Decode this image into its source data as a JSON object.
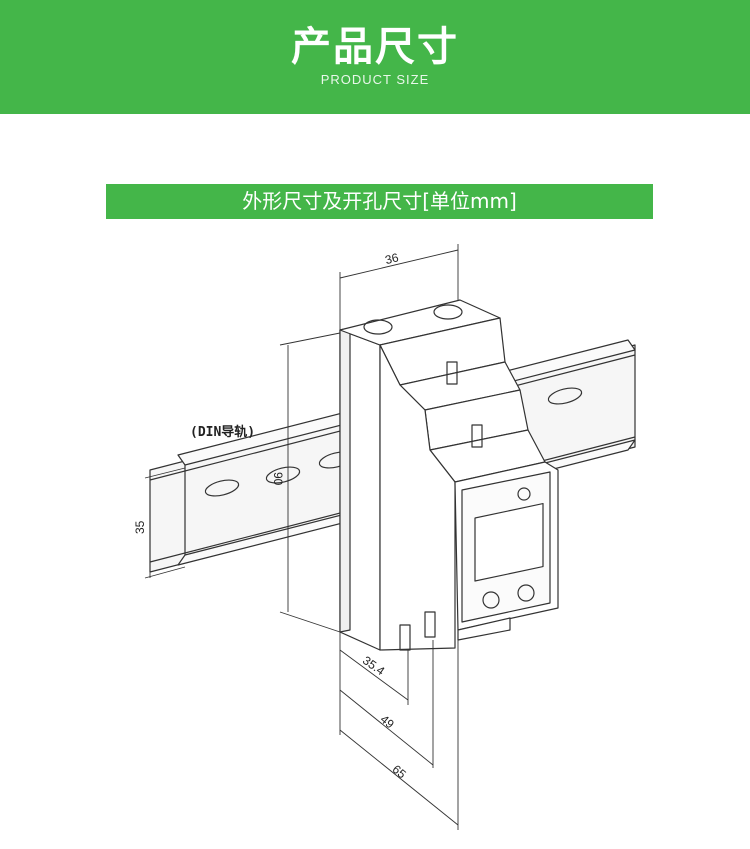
{
  "header": {
    "title": "产品尺寸",
    "subtitle": "PRODUCT SIZE"
  },
  "section": {
    "title": "外形尺寸及开孔尺寸[单位mm]"
  },
  "diagram": {
    "rail_label": "(DIN导轨)",
    "dimensions": {
      "width_top": "36",
      "height": "90",
      "rail_height": "35",
      "depth_1": "35.4",
      "depth_2": "49",
      "depth_3": "65"
    }
  },
  "colors": {
    "brand_green": "#44b649"
  }
}
